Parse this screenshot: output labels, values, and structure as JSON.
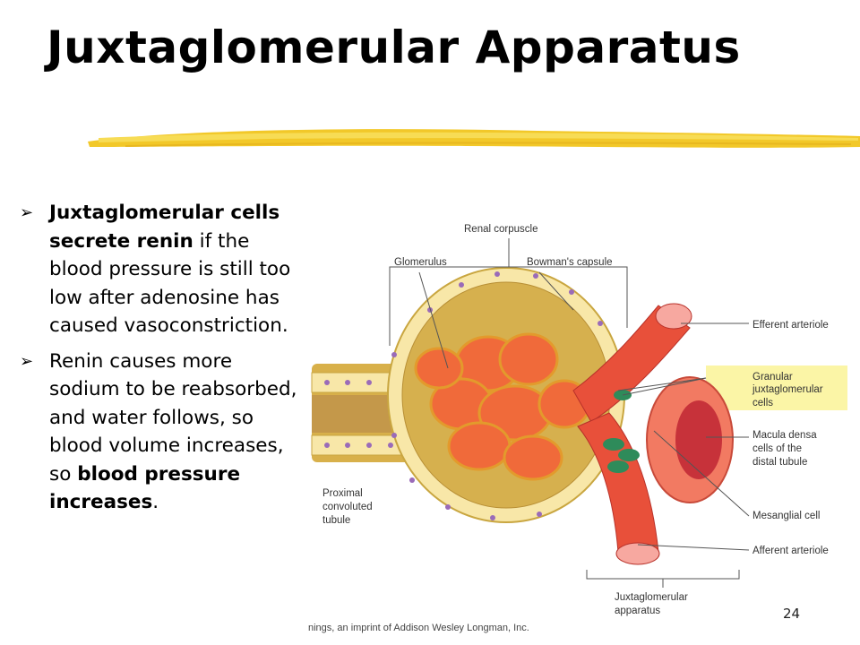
{
  "title": "Juxtaglomerular Apparatus",
  "colors": {
    "brush": "#F2C829",
    "highlight": "#FBF5A6",
    "vessel": "#E8503A",
    "capsule": "#E7C455"
  },
  "bullets": [
    {
      "segments": [
        {
          "text": "Juxtaglomerular cells secrete renin",
          "bold": true
        },
        {
          "text": " if the blood pressure is still too low after adenosine has caused vasoconstriction.",
          "bold": false
        }
      ]
    },
    {
      "segments": [
        {
          "text": "Renin causes more sodium to be reabsorbed, and water follows, so blood volume increases, so ",
          "bold": false
        },
        {
          "text": "blood pressure increases",
          "bold": true
        },
        {
          "text": ".",
          "bold": false
        }
      ]
    }
  ],
  "figure": {
    "labels": {
      "renal_corpuscle": "Renal corpuscle",
      "glomerulus": "Glomerulus",
      "bowmans_capsule": "Bowman's capsule",
      "efferent_arteriole": "Efferent arteriole",
      "granular_1": "Granular",
      "granular_2": "juxtaglomerular",
      "granular_3": "cells",
      "macula_1": "Macula densa",
      "macula_2": "cells of the",
      "macula_3": "distal tubule",
      "mesangial_cell": "Mesanglial cell",
      "afferent_arteriole": "Afferent arteriole",
      "proximal_1": "Proximal",
      "proximal_2": "convoluted",
      "proximal_3": "tubule",
      "jga_1": "Juxtaglomerular",
      "jga_2": "apparatus"
    }
  },
  "credit": "nings, an imprint of Addison Wesley Longman, Inc.",
  "page_number": "24"
}
